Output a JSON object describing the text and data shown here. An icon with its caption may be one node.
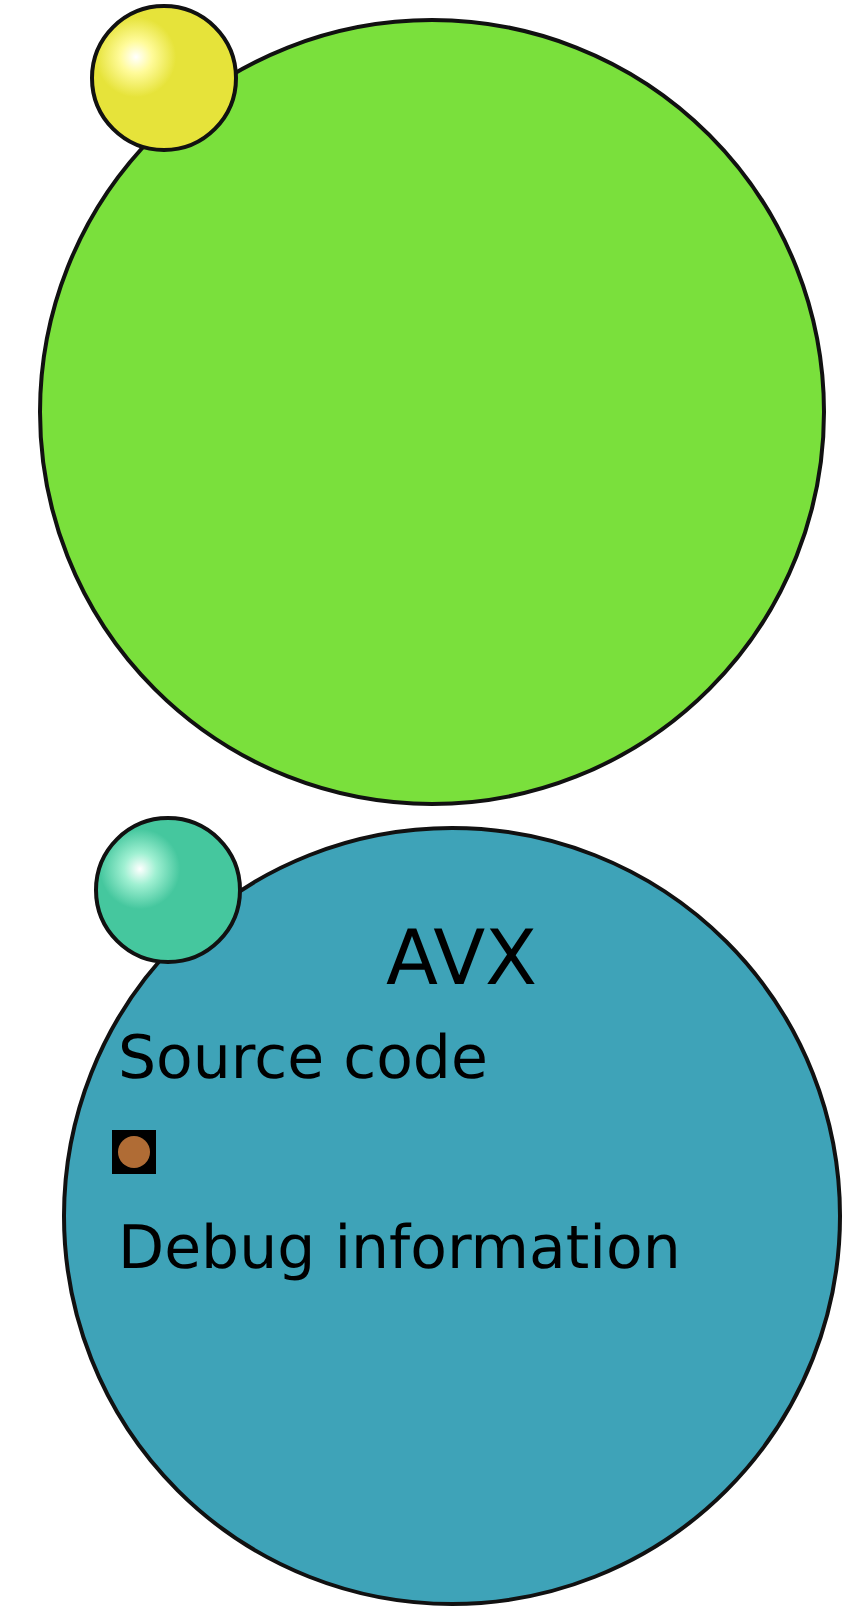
{
  "diagram": {
    "nodes": [
      {
        "text": [],
        "shape": "circle"
      },
      {
        "text": [],
        "shape": "circle"
      },
      {
        "text": [],
        "shape": "circle"
      },
      {
        "text": [
          "AVX",
          "Source code",
          "Debug information"
        ]
      },
      {
        "text": [],
        "shape": "box",
        "in": 3
      }
    ]
  }
}
